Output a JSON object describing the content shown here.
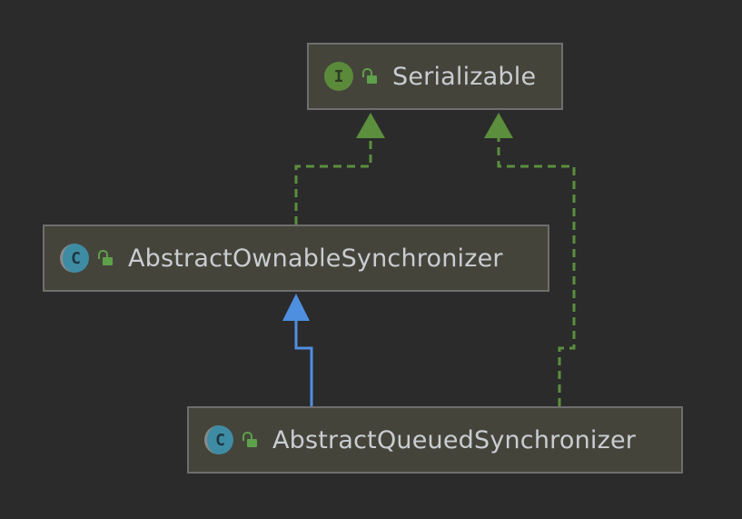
{
  "diagram": {
    "nodes": [
      {
        "id": "serializable",
        "kind": "interface",
        "kind_glyph": "I",
        "label": "Serializable",
        "access_icon": "unlocked-lock-icon"
      },
      {
        "id": "aos",
        "kind": "class",
        "kind_glyph": "C",
        "label": "AbstractOwnableSynchronizer",
        "access_icon": "unlocked-lock-icon"
      },
      {
        "id": "aqs",
        "kind": "class",
        "kind_glyph": "C",
        "label": "AbstractQueuedSynchronizer",
        "access_icon": "unlocked-lock-icon"
      }
    ],
    "edges": [
      {
        "from": "aos",
        "to": "serializable",
        "relation": "implements",
        "style": "dashed",
        "color": "#5b8f3e"
      },
      {
        "from": "aqs",
        "to": "serializable",
        "relation": "implements",
        "style": "dashed",
        "color": "#5b8f3e"
      },
      {
        "from": "aqs",
        "to": "aos",
        "relation": "extends",
        "style": "solid",
        "color": "#4f8fe0"
      }
    ]
  },
  "colors": {
    "background": "#2b2b2b",
    "node_fill": "#45443b",
    "node_border": "#6e6e6e",
    "label_text": "#c9cdd1",
    "implements_arrow": "#5b8f3e",
    "extends_arrow": "#4f8fe0"
  }
}
